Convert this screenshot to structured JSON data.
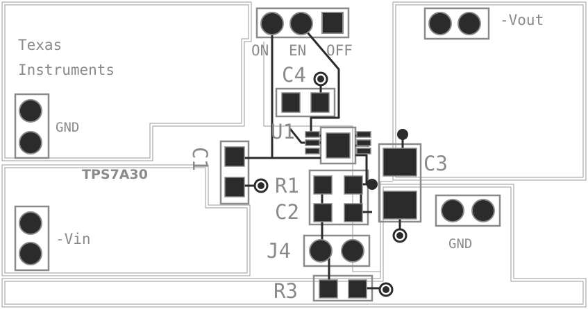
{
  "board": {
    "brand_line1": "Texas",
    "brand_line2": "Instruments",
    "part_number": "TPS7A30"
  },
  "labels": {
    "j_on": "ON",
    "j_en": "EN",
    "j_off": "OFF",
    "vout": "-Vout",
    "vin": "-Vin",
    "gnd_left": "GND",
    "gnd_right": "GND",
    "c4": "C4",
    "u1": "U1",
    "c1": "C1",
    "c3": "C3",
    "r1": "R1",
    "c2": "C2",
    "j4": "J4",
    "r3": "R3"
  },
  "colors": {
    "copper": "#2b2b2b",
    "silkscreen": "#8a8a8a",
    "outline": "#9a9a9a",
    "background": "#ffffff"
  }
}
